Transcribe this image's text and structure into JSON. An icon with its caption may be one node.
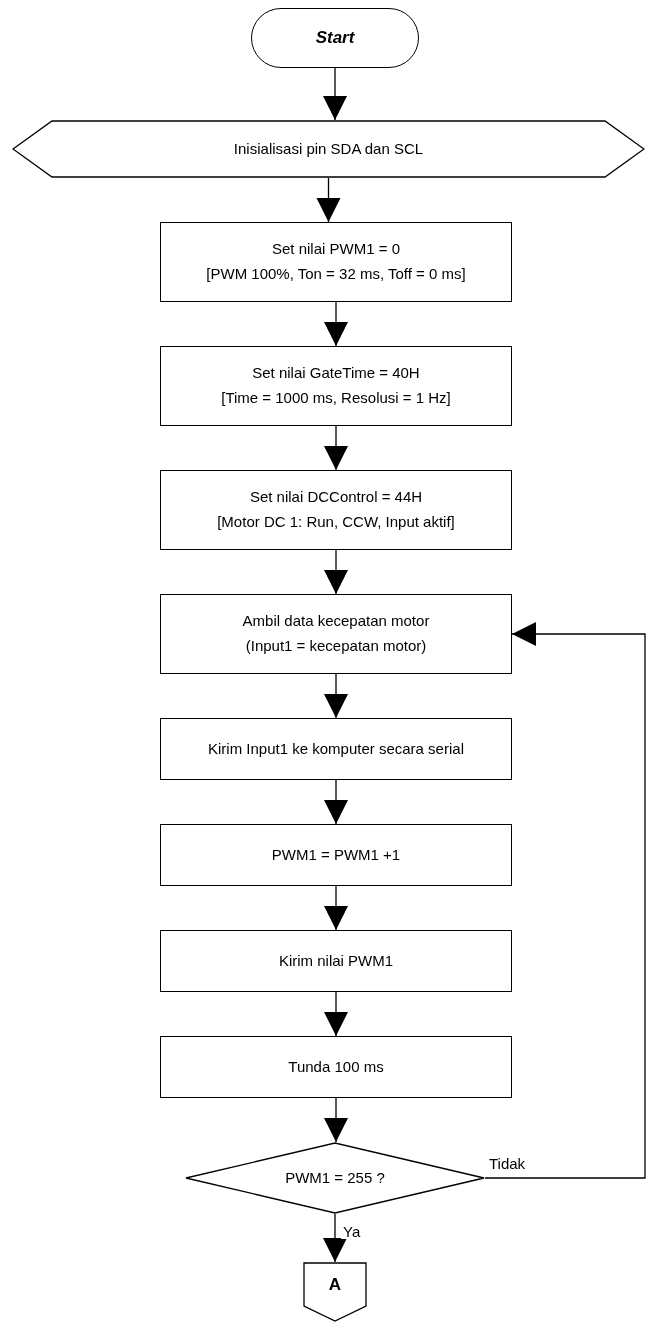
{
  "diagram": {
    "nodes": [
      {
        "text": [
          "Start"
        ]
      },
      {
        "text": [
          "Inisialisasi pin SDA dan SCL"
        ]
      },
      {
        "text": [
          "Set nilai PWM1 = 0",
          "[PWM 100%, Ton = 32 ms, Toff = 0 ms]"
        ]
      },
      {
        "text": [
          "Set nilai GateTime = 40H",
          "[Time = 1000 ms, Resolusi = 1 Hz]"
        ]
      },
      {
        "text": [
          "Set nilai DCControl = 44H",
          "[Motor DC 1: Run, CCW, Input aktif]"
        ]
      },
      {
        "text": [
          "Ambil data kecepatan motor",
          "(Input1 = kecepatan motor)"
        ]
      },
      {
        "text": [
          "Kirim Input1 ke komputer secara serial"
        ]
      },
      {
        "text": [
          "PWM1 = PWM1 +1"
        ]
      },
      {
        "text": [
          "Kirim nilai PWM1"
        ]
      },
      {
        "text": [
          "Tunda 100 ms"
        ]
      },
      {
        "text": [
          "PWM1 = 255 ?"
        ]
      },
      {
        "text": [
          "A"
        ]
      }
    ],
    "edges": [
      {
        "from": 0,
        "to": 1,
        "arrow": "to"
      },
      {
        "from": 1,
        "to": 2,
        "arrow": "to"
      },
      {
        "from": 2,
        "to": 3,
        "arrow": "to"
      },
      {
        "from": 3,
        "to": 4,
        "arrow": "to"
      },
      {
        "from": 4,
        "to": 5,
        "arrow": "to"
      },
      {
        "from": 5,
        "to": 6,
        "arrow": "to"
      },
      {
        "from": 6,
        "to": 7,
        "arrow": "to"
      },
      {
        "from": 7,
        "to": 8,
        "arrow": "to"
      },
      {
        "from": 8,
        "to": 9,
        "arrow": "to"
      },
      {
        "from": 9,
        "to": 10,
        "arrow": "to"
      },
      {
        "from": 10,
        "to": 11,
        "label": "Ya",
        "arrow": "to"
      },
      {
        "from": 10,
        "to": 5,
        "label": "Tidak",
        "arrow": "to"
      }
    ]
  }
}
